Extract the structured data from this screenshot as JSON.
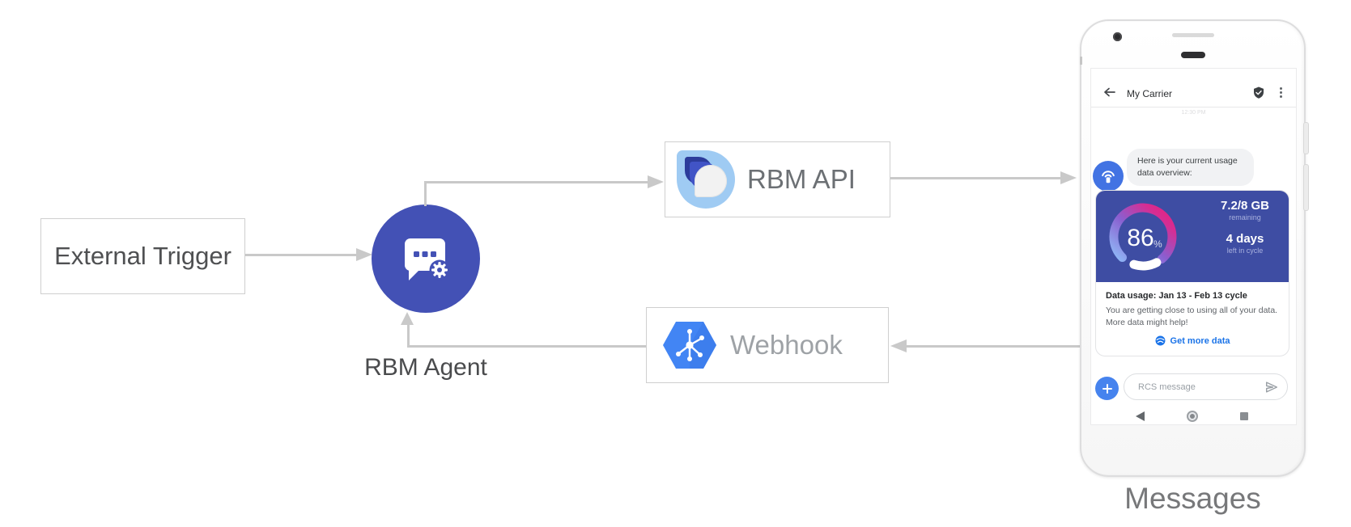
{
  "diagram": {
    "external_trigger": "External Trigger",
    "rbm_agent": "RBM Agent",
    "rbm_api": "RBM API",
    "webhook": "Webhook",
    "device_caption": "Messages"
  },
  "phone": {
    "header": {
      "title": "My Carrier"
    },
    "conversation": {
      "timestamp": "12:30 PM",
      "agent_message_line1": "Here is your current usage",
      "agent_message_line2": "data overview:"
    },
    "usage_card": {
      "gauge_percent": "86",
      "gauge_unit": "%",
      "remaining_value": "7.2/8 GB",
      "remaining_label": "remaining",
      "cycle_value": "4 days",
      "cycle_label": "left in cycle",
      "title": "Data usage: Jan 13 - Feb 13 cycle",
      "body_line1": "You are getting close to using all of your data.",
      "body_line2": "More data might help!",
      "action": "Get more data"
    },
    "compose": {
      "placeholder": "RCS message"
    }
  },
  "colors": {
    "card_indigo": "#3e4da3",
    "agent_circle_indigo": "#4351b5",
    "avatar_blue": "#4273e3",
    "gcp_hexagon_blue": "#4285f4",
    "link_blue": "#1a73e8",
    "plus_button_blue": "#4683ee",
    "gauge_gradient_start": "#8fbcf8",
    "gauge_gradient_mid": "#8a5fd0",
    "gauge_gradient_end": "#e8217c",
    "arrow_gray": "#c9c9c9"
  }
}
